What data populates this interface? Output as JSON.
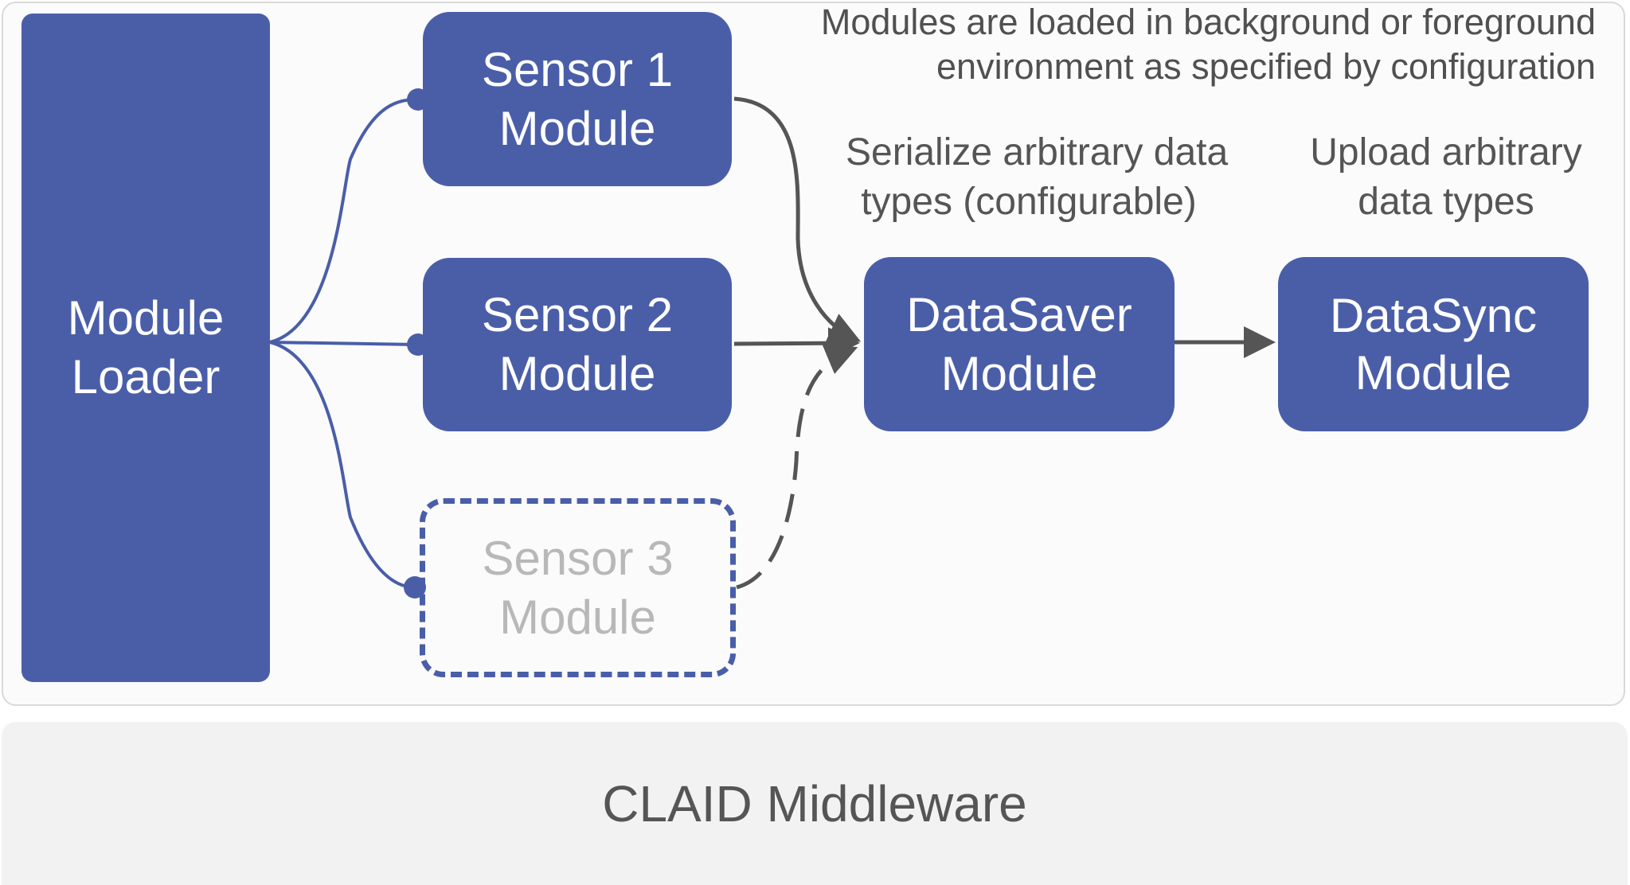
{
  "diagram": {
    "notes": {
      "load_line1": "Modules are loaded in background or foreground",
      "load_line2": "environment as specified by configuration",
      "serialize_line1": "Serialize arbitrary data",
      "serialize_line2": "types (configurable)",
      "upload_line1": "Upload arbitrary",
      "upload_line2": "data types"
    },
    "boxes": {
      "module_loader": {
        "line1": "Module",
        "line2": "Loader"
      },
      "sensor1": {
        "line1": "Sensor 1",
        "line2": "Module"
      },
      "sensor2": {
        "line1": "Sensor 2",
        "line2": "Module"
      },
      "sensor3": {
        "line1": "Sensor 3",
        "line2": "Module"
      },
      "datasaver": {
        "line1": "DataSaver",
        "line2": "Module"
      },
      "datasync": {
        "line1": "DataSync",
        "line2": "Module"
      }
    },
    "footer": {
      "label": "CLAID Middleware"
    },
    "colors": {
      "module_blue": "#4a5ea8",
      "arrow_gray": "#555555",
      "inactive_text": "#b8b8b8"
    }
  }
}
